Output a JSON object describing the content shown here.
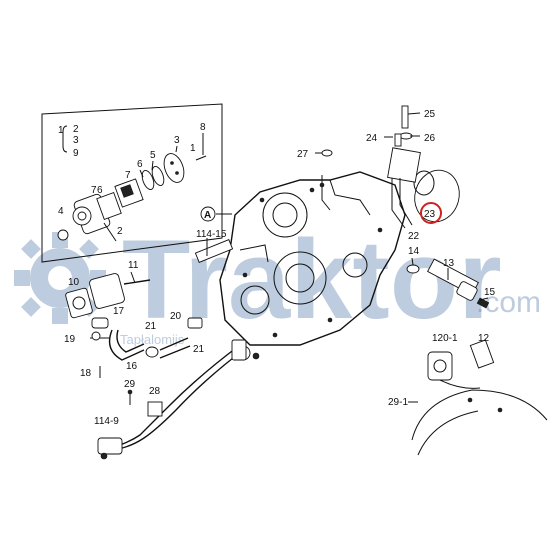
{
  "watermark": {
    "brand": "Traktor",
    "domain": ".com",
    "subtext": "Tapłalomijs",
    "color": "#6f8fb8"
  },
  "highlight_color": "#cc2222",
  "bracket_group": {
    "top": "2",
    "mid": "3",
    "bottom": "9"
  },
  "callouts": {
    "c1": "1",
    "c2": "2",
    "c3": "3",
    "c4": "4",
    "c5": "5",
    "c6": "6",
    "c7": "7",
    "c8": "8",
    "c10": "10",
    "c11": "11",
    "c12": "12",
    "c13": "13",
    "c14": "14",
    "c15": "15",
    "c16": "16",
    "c17": "17",
    "c18": "18",
    "c19": "19",
    "c20": "20",
    "c21a": "21",
    "c21b": "21",
    "c22": "22",
    "c23": "23",
    "c24": "24",
    "c25": "25",
    "c26": "26",
    "c27": "27",
    "c28": "28",
    "c29": "29",
    "c29_1": "29-1",
    "c114_9": "114-9",
    "c114_15": "114-15",
    "c120_1": "120-1",
    "c7b": "7",
    "c6b": "6"
  },
  "markers": {
    "a": "A"
  }
}
